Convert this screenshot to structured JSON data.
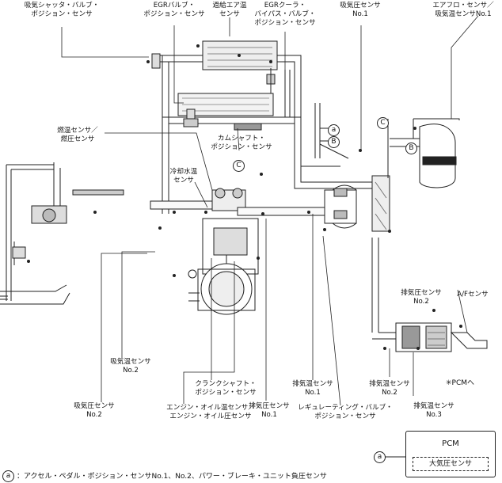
{
  "labels": {
    "intake_shutter_valve_sensor": "吸気シャッタ・バルブ・\nポジション・センサ",
    "egr_valve_sensor": "EGRバルブ・\nポジション・センサ",
    "boost_air_temp_sensor": "過給エア温\nセンサ",
    "egr_cooler_bypass_sensor": "EGRクーラ・\nバイパス・バルブ・\nポジション・センサ",
    "intake_pressure_no1": "吸気圧センサ\nNo.1",
    "airflow_sensor": "エアフロ・センサ／\n吸気温センサNo.1",
    "fuel_temp_pressure": "燃温センサ／\n燃圧センサ",
    "camshaft_sensor": "カムシャフト・\nポジション・センサ",
    "coolant_temp": "冷却水温\nセンサ",
    "exhaust_pressure_no2_top": "排気圧センサ\nNo.2",
    "af_sensor": "A/Fセンサ",
    "intake_temp_no2": "吸気温センサ\nNo.2",
    "crankshaft_sensor": "クランクシャフト・\nポジション・センサ",
    "exhaust_temp_no1": "排気温センサ\nNo.1",
    "exhaust_temp_no2": "排気温センサ\nNo.2",
    "pcm_note": "PCMへ",
    "intake_pressure_no2": "吸気圧センサ\nNo.2",
    "oil_temp_pressure": "エンジン・オイル温センサ／\nエンジン・オイル圧センサ",
    "exhaust_pressure_no1": "排気圧センサ\nNo.1",
    "regulating_valve_sensor": "レギュレーティング・バルブ・\nポジション・センサ",
    "exhaust_temp_no3": "排気温センサ\nNo.3"
  },
  "markers": {
    "a": "Ⓐ",
    "b": "Ⓑ",
    "c": "Ⓒ",
    "circle_a": "a",
    "circle_b": "B",
    "circle_c": "C",
    "circle_foot": "a",
    "legend_star": "✳"
  },
  "pcm": {
    "title": "PCM",
    "inner": "大気圧センサ"
  },
  "footnote": "：アクセル・ペダル・ポジション・センサNo.1、No.2、パワー・ブレーキ・ユニット負圧センサ"
}
